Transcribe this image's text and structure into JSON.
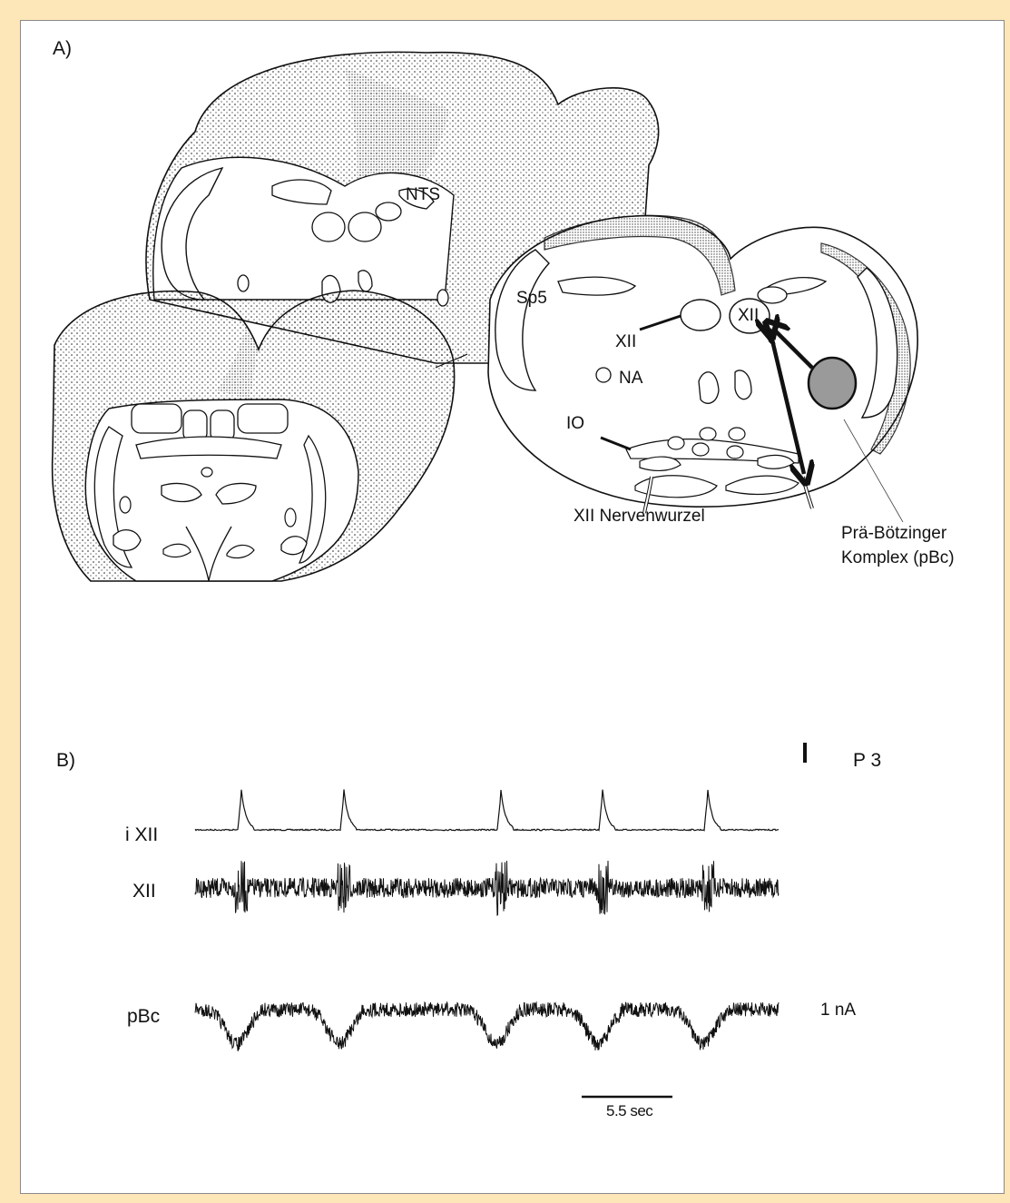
{
  "colors": {
    "page_border": "#fde6b8",
    "panel_bg": "#ffffff",
    "pbc_fill": "#9a9a9a",
    "ink": "#111111"
  },
  "panel_a": {
    "label": "A)",
    "nts": "NTS",
    "sp5": "Sp5",
    "xii_left": "XII",
    "xii_right": "XII",
    "na": "NA",
    "io": "IO",
    "xii_root": "XII Nervenwurzel",
    "pbc_line1": "Prä-Bötzinger",
    "pbc_line2": "Komplex  (pBc)"
  },
  "panel_b": {
    "label": "B)",
    "age": "P 3",
    "trace_ixii": "i XII",
    "trace_xii": "XII",
    "trace_pbc": "pBc",
    "scale_current": "1 nA",
    "scale_time": "5.5 sec",
    "burst_count": 5
  }
}
